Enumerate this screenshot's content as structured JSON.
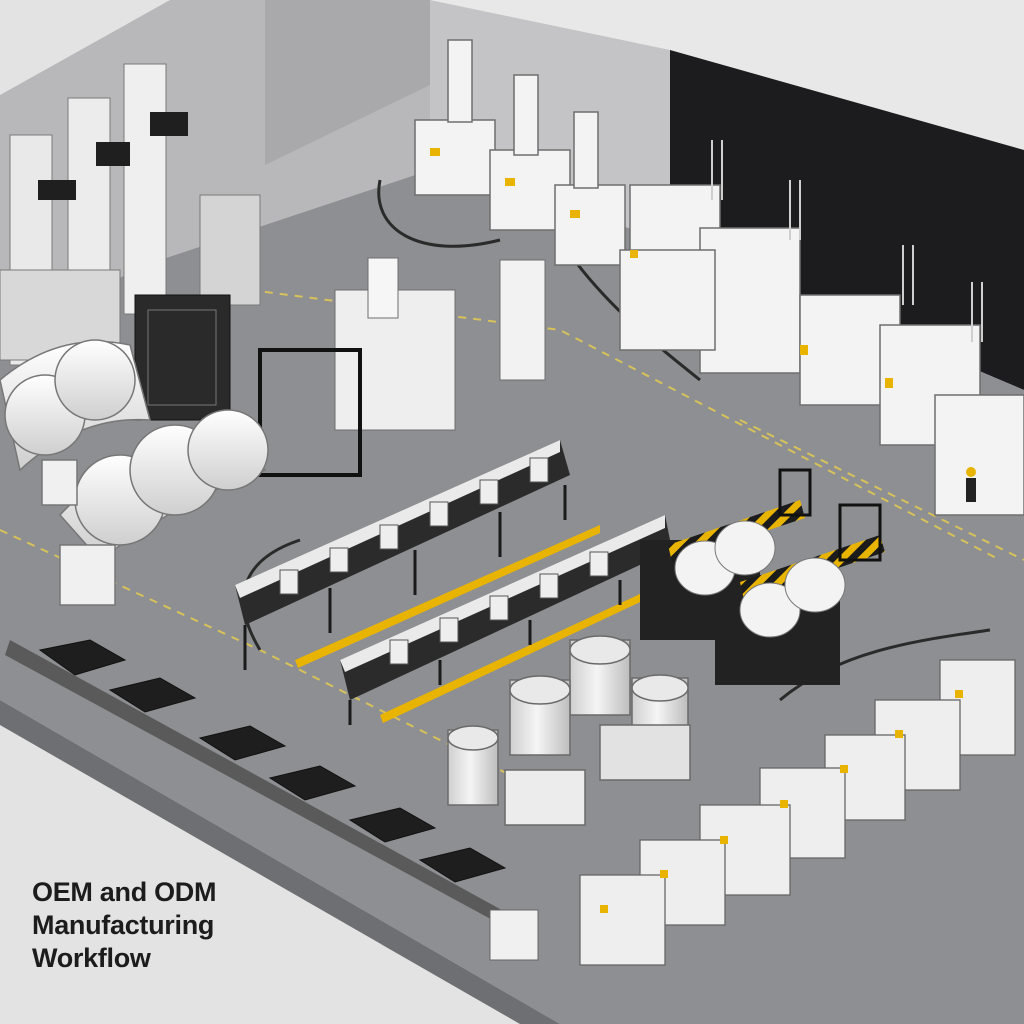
{
  "caption": {
    "line1": "OEM and ODM",
    "line2": "Manufacturing",
    "line3": "Workflow"
  },
  "colors": {
    "background": "#e3e3e3",
    "floor": "#8e8f92",
    "wall_light": "#b9b9bb",
    "wall_dark": "#1c1c1e",
    "machine_white": "#f1f1f1",
    "machine_black": "#1f1f1f",
    "safety_yellow": "#e8b400",
    "caption_text": "#1c1c1c"
  }
}
